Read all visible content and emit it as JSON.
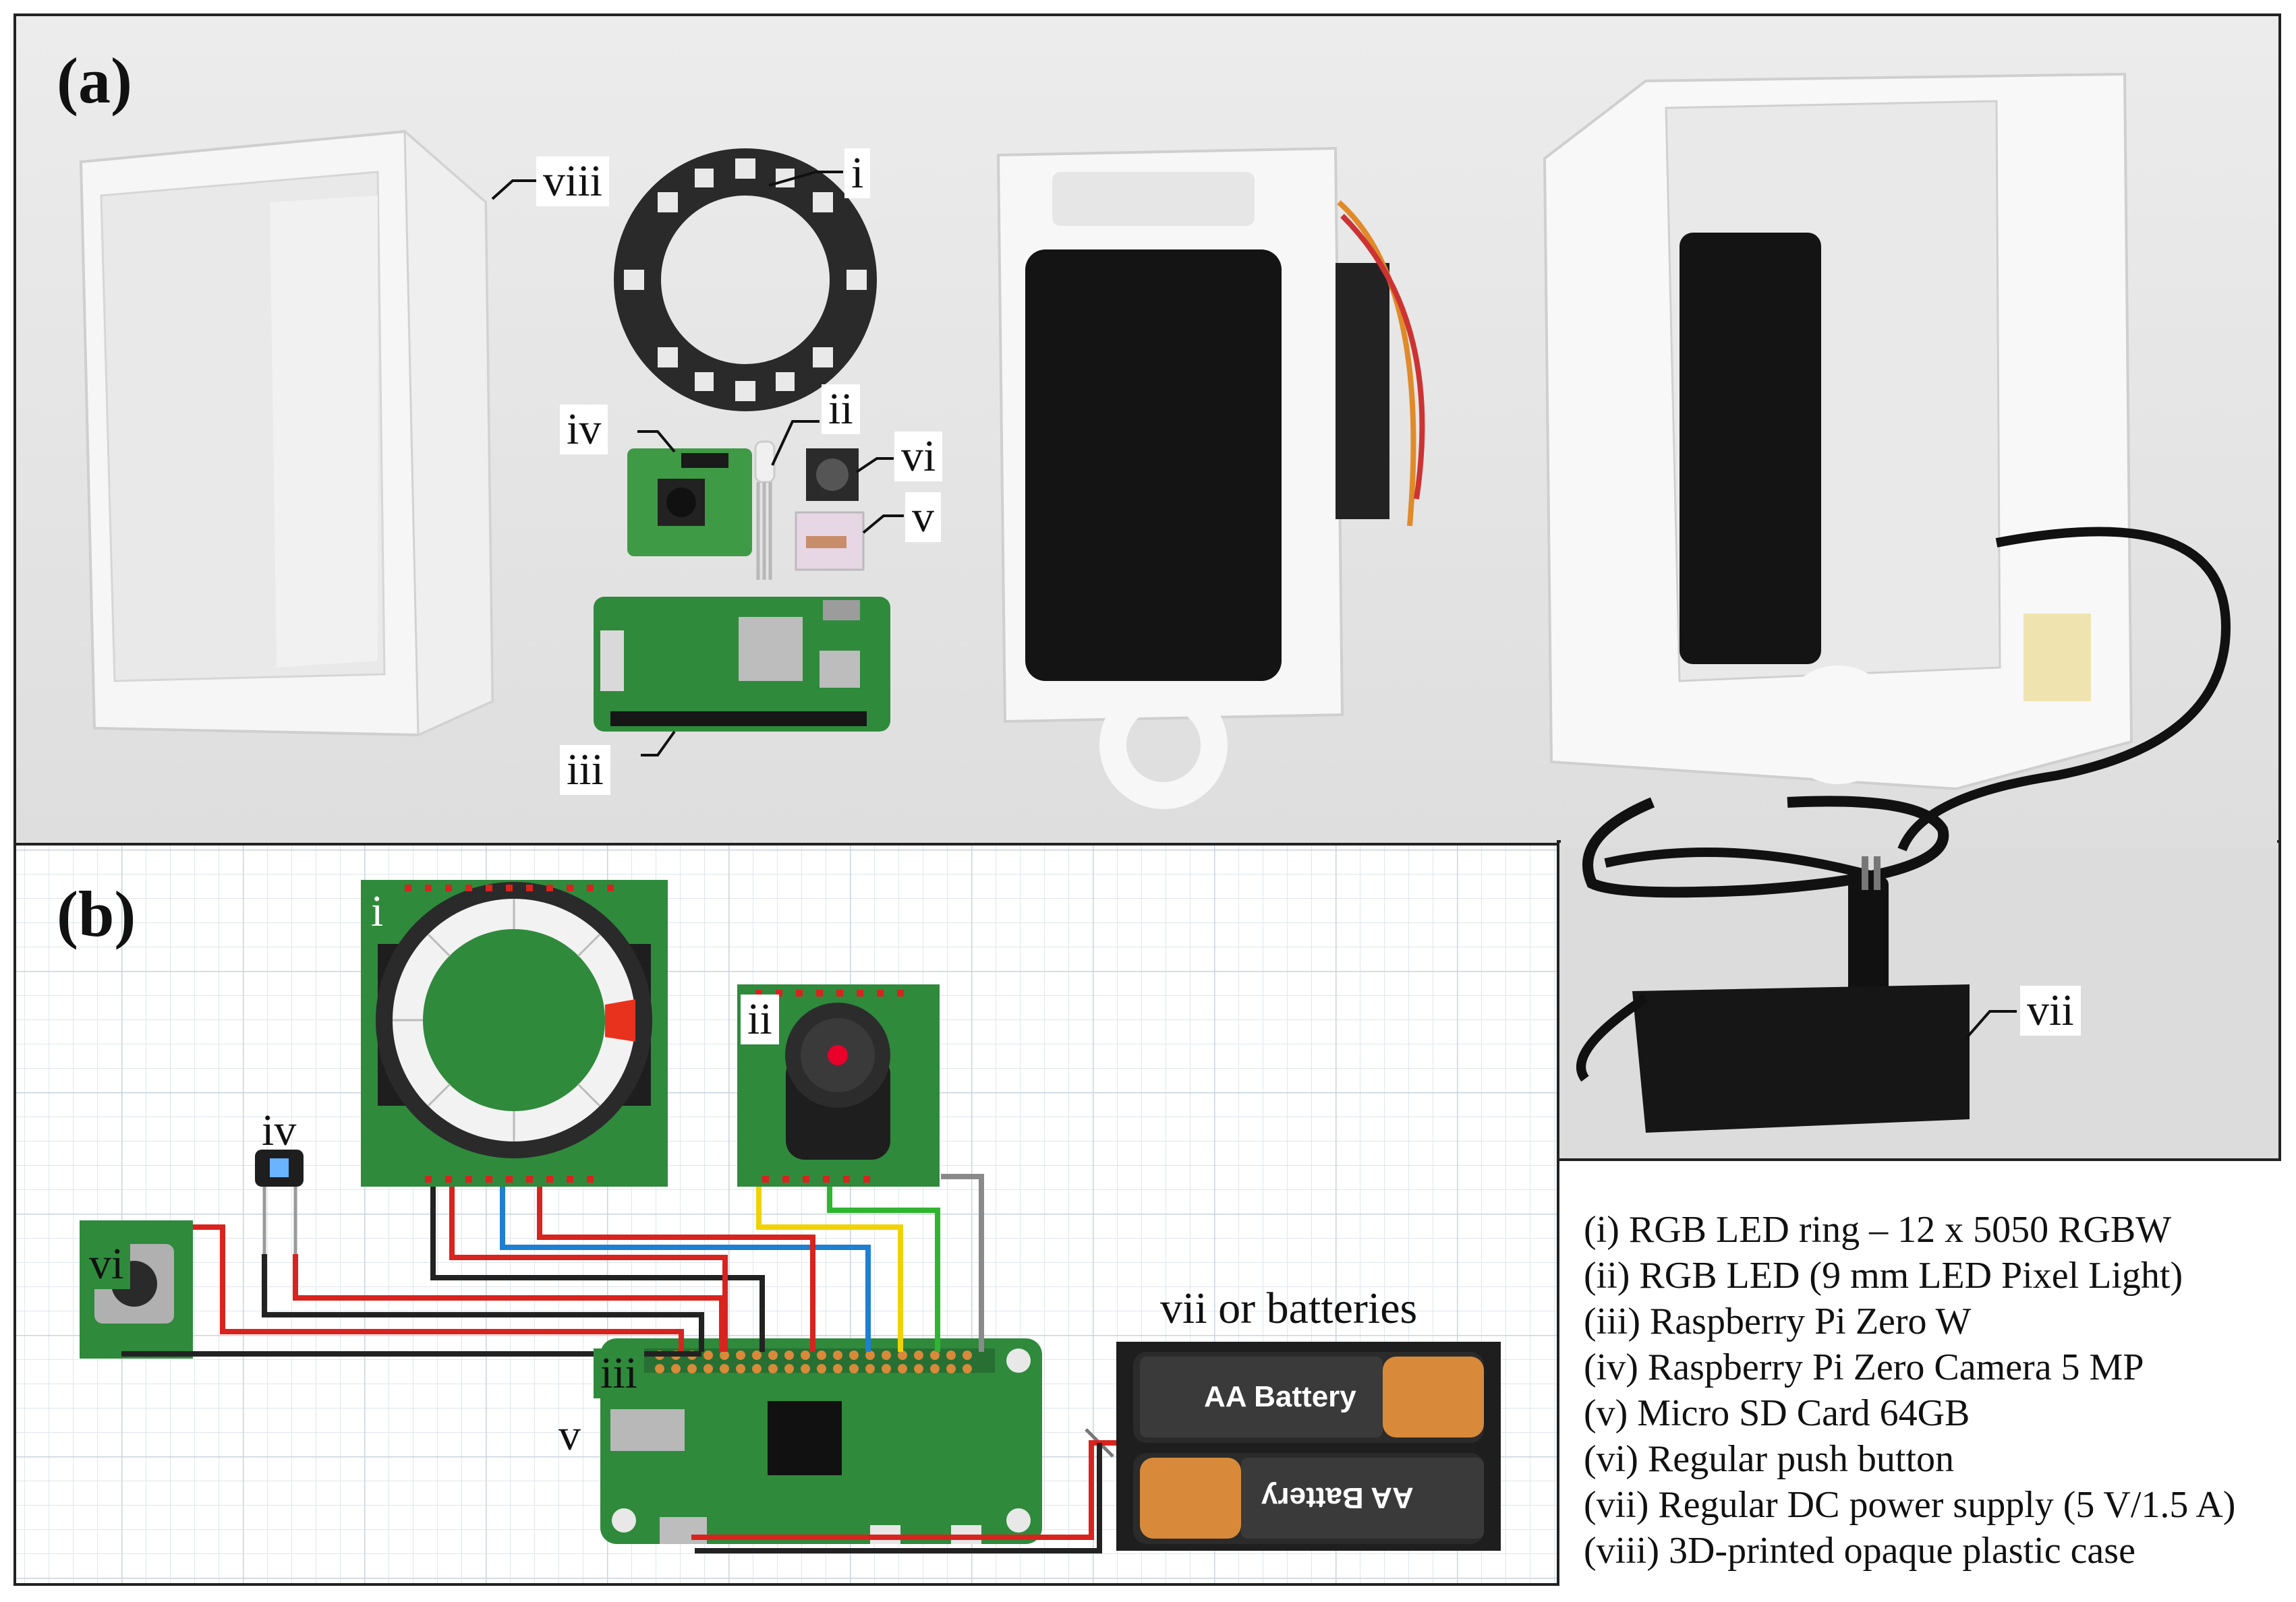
{
  "panels": {
    "a": "(a)",
    "b": "(b)"
  },
  "photo_labels": {
    "i": "i",
    "ii": "ii",
    "iii": "iii",
    "iv": "iv",
    "v": "v",
    "vi": "vi",
    "vii": "vii",
    "viii": "viii"
  },
  "schematic_labels": {
    "i": "i",
    "ii": "ii",
    "iii": "iii",
    "iv": "iv",
    "v": "v",
    "vi": "vi",
    "batteries": "vii or batteries"
  },
  "battery_text": {
    "top": "AA Battery",
    "bottom": "AA Battery"
  },
  "legend": [
    "(i) RGB LED ring – 12 x 5050 RGBW",
    "(ii) RGB LED (9 mm LED Pixel Light)",
    "(iii) Raspberry Pi Zero W",
    "(iv) Raspberry Pi Zero Camera 5 MP",
    "(v) Micro SD Card 64GB",
    "(vi) Regular push button",
    "(vii) Regular DC power supply (5 V/1.5 A)",
    "(viii) 3D-printed opaque plastic case"
  ],
  "colors": {
    "pcb": "#2f8a3c",
    "wire_red": "#d8231e",
    "wire_black": "#222222",
    "wire_blue": "#1f7fd0",
    "wire_yellow": "#f0d200",
    "wire_green": "#2fb52f",
    "wire_gray": "#8a8a8a",
    "led_highlight": "#e8321e",
    "battery_orange": "#d88a3a"
  }
}
